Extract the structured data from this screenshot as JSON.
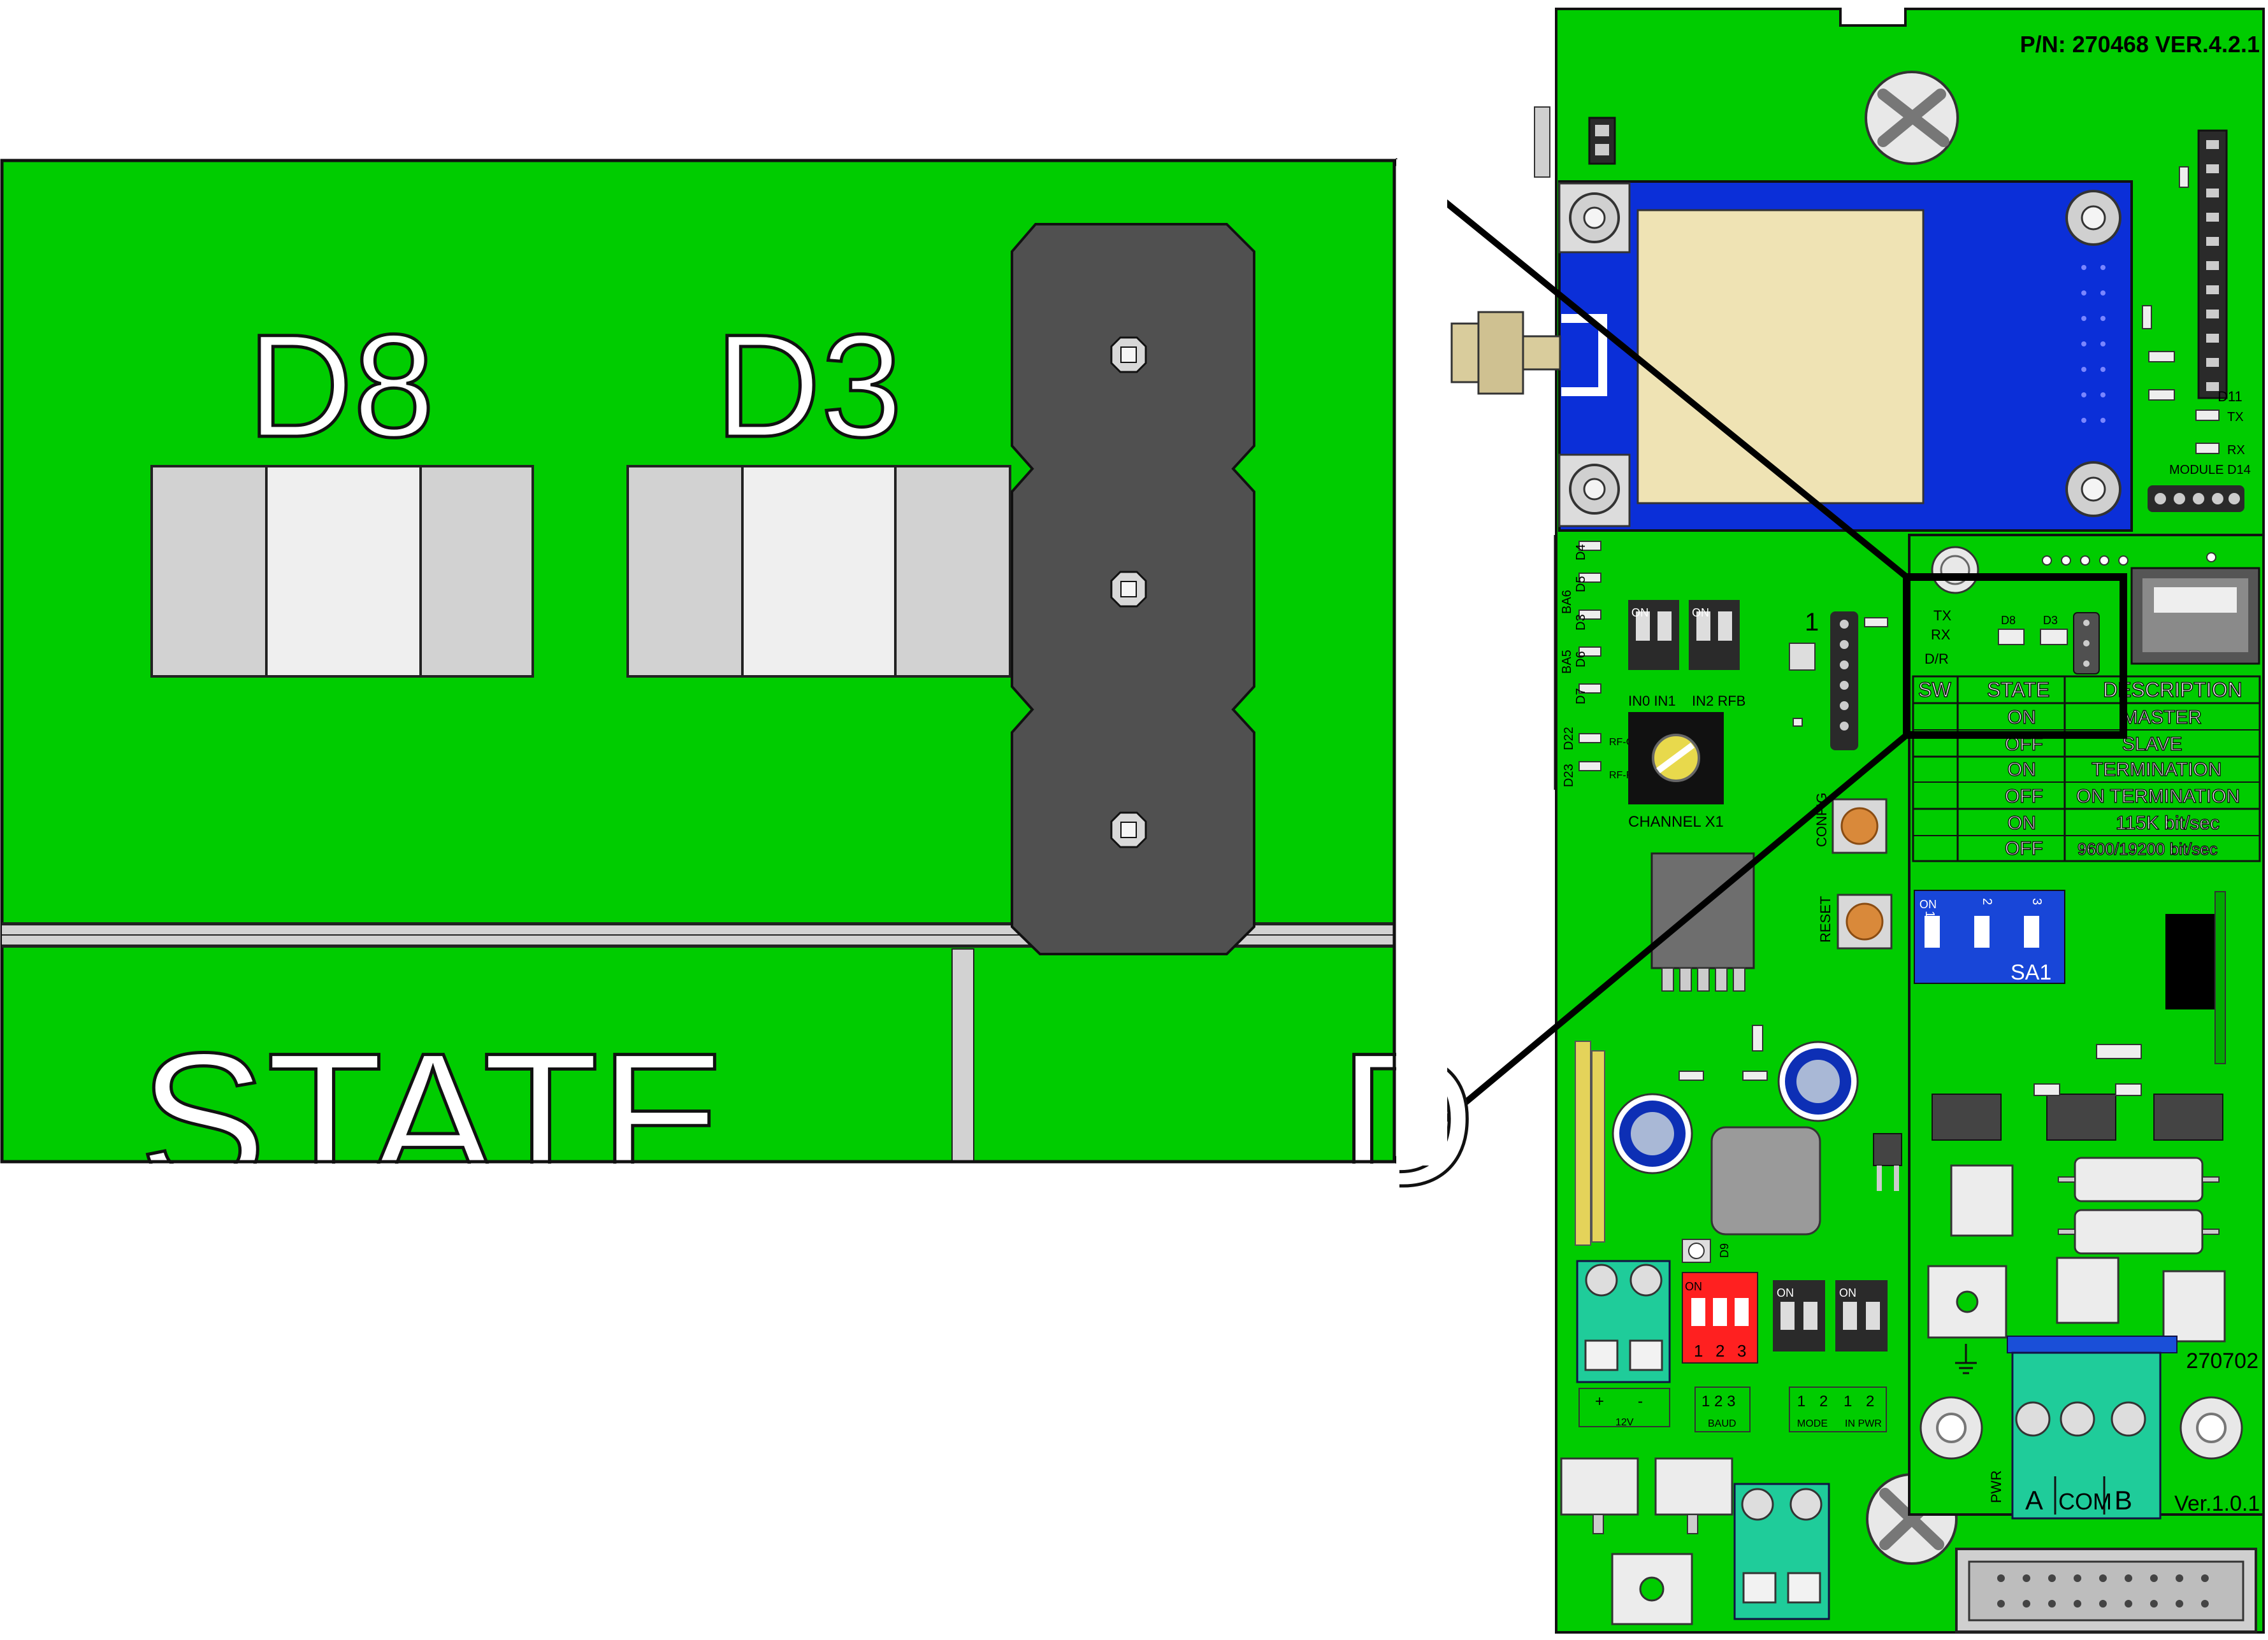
{
  "board": {
    "part_number": "P/N: 270468  VER.4.2.1",
    "leds": {
      "d11": "D11",
      "tx": "TX",
      "rx": "RX",
      "module": "MODULE D14"
    },
    "side_leds": [
      "D4",
      "D5",
      "D3",
      "D6",
      "D7",
      "D22",
      "D23"
    ],
    "side_labels": [
      "BA6",
      "BA5",
      "RF-G",
      "RF-R"
    ],
    "dip_left": {
      "label": "IN0 IN1",
      "on": "ON"
    },
    "dip_right": {
      "label": "IN2 RFB",
      "on": "ON"
    },
    "header_one": "1",
    "channel": "CHANNEL X1",
    "config_label": "CONFIG",
    "reset_label": "RESET",
    "red_dip": {
      "on": "ON",
      "numbers": [
        "1",
        "2",
        "3"
      ]
    },
    "dip_a_on": "ON",
    "dip_b_on": "ON",
    "power_label": "12V",
    "plus": "+",
    "minus": "-",
    "baud_numbers": "1 2 3",
    "baud_label": "BAUD",
    "mode_numbers": [
      "1",
      "2",
      "1",
      "2"
    ],
    "mode_label": "MODE",
    "in_label": "IN PWR",
    "d9": "D9"
  },
  "module": {
    "leds": {
      "tx": "TX",
      "rx": "RX",
      "dr": "D/R"
    },
    "small_d8": "D8",
    "small_d3": "D3",
    "table": {
      "headers": [
        "SW",
        "STATE",
        "DESCRIPTION"
      ],
      "rows": [
        {
          "state": "ON",
          "desc": "MASTER"
        },
        {
          "state": "OFF",
          "desc": "SLAVE"
        },
        {
          "state": "ON",
          "desc": "TERMINATION"
        },
        {
          "state": "OFF",
          "desc": "ON TERMINATION"
        },
        {
          "state": "ON",
          "desc": "115K bit/sec"
        },
        {
          "state": "OFF",
          "desc": "9600/19200 bit/sec"
        }
      ]
    },
    "sw_numbers": [
      "1",
      "2",
      "3"
    ],
    "sw_on": "ON",
    "sw_label": "SA1",
    "part": "270702",
    "terminal_labels": [
      "A",
      "COM",
      "B"
    ],
    "version": "Ver.1.0.1",
    "pwr": "PWR"
  },
  "zoom": {
    "d8": "D8",
    "d3": "D3",
    "state": "STATE",
    "desc_initial": "D"
  },
  "colors": {
    "pcb": "#00cc00",
    "pcb_dark": "#009900",
    "module_blue": "#0b2fd8",
    "header": "#505050",
    "terminal": "#1fcc9a",
    "dip_red": "#ff2020"
  }
}
